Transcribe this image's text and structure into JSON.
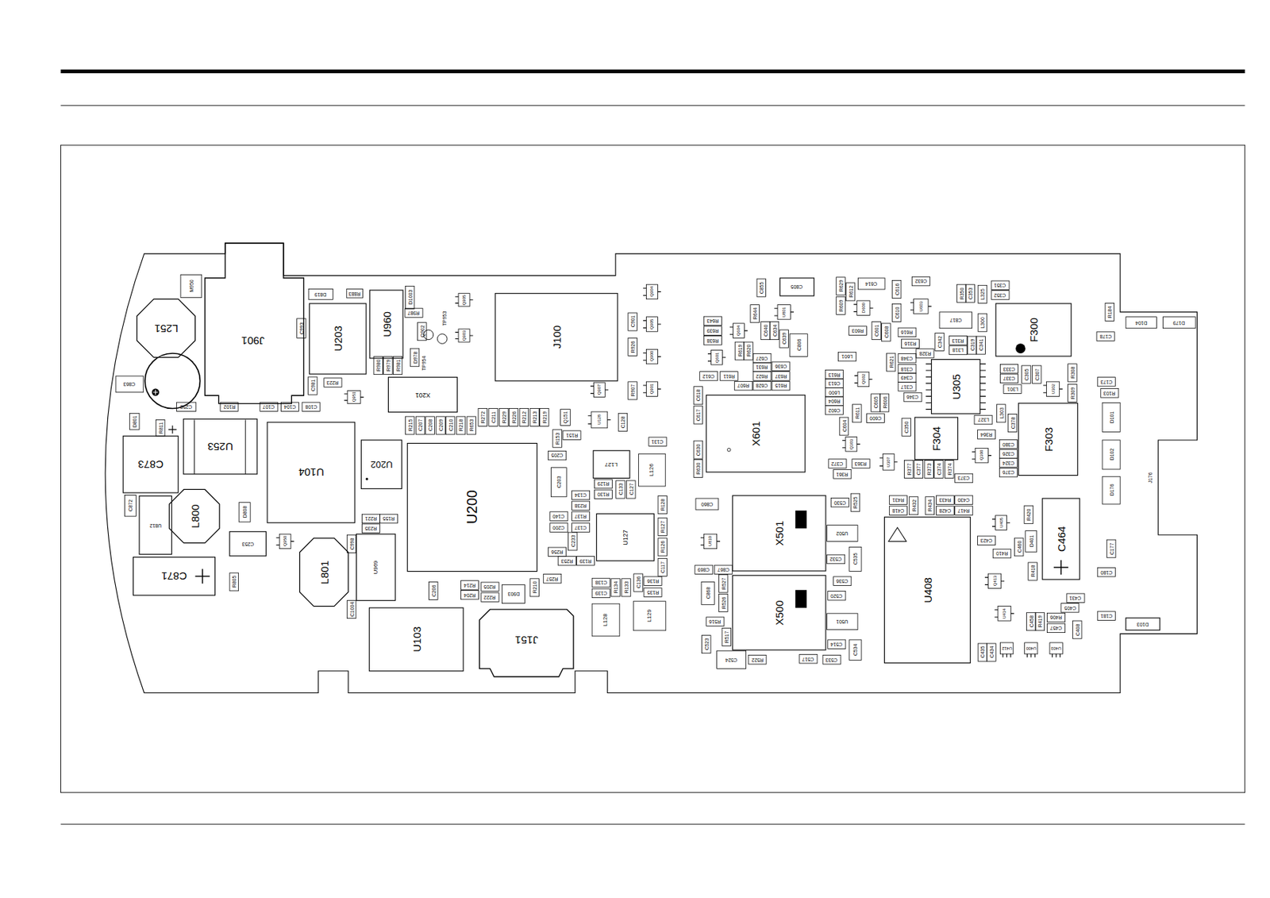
{
  "diagram": {
    "labels": [
      "M950",
      "L251",
      "C863",
      "J901",
      "D819",
      "R883",
      "C993",
      "U203",
      "U960",
      "D1003",
      "R987",
      "Q902",
      "C981",
      "R223",
      "Q951",
      "R980",
      "R979",
      "R981",
      "D978",
      "TP954",
      "TP953",
      "Q905",
      "Q903",
      "X201",
      "J100",
      "C258",
      "R102",
      "C107",
      "C104",
      "C108",
      "D801",
      "R811",
      "U253",
      "C873",
      "U104",
      "U202",
      "L800",
      "D808",
      "C872",
      "U812",
      "C253",
      "Q950",
      "C871",
      "R805",
      "L801",
      "C998",
      "U969",
      "C1004",
      "R221",
      "R155",
      "R235",
      "U200",
      "R215",
      "C207",
      "C208",
      "C209",
      "C210",
      "R218",
      "R653",
      "R272",
      "C211",
      "R229",
      "R226",
      "R212",
      "R213",
      "R219",
      "Q151",
      "R151",
      "U128",
      "C128",
      "R153",
      "C205",
      "C203",
      "C134",
      "R238",
      "C140",
      "R137",
      "C200",
      "C137",
      "L127",
      "L126",
      "C131",
      "R129",
      "R130",
      "C133",
      "C127",
      "U127",
      "R128",
      "R127",
      "R126",
      "C233",
      "R256",
      "R253",
      "R139",
      "R257",
      "R210",
      "C138",
      "C139",
      "R134",
      "R133",
      "C136",
      "R136",
      "R135",
      "C117",
      "D903",
      "R214",
      "R204",
      "R205",
      "R222",
      "C206",
      "L128",
      "L129",
      "U103",
      "J151",
      "Q904",
      "Q905",
      "Q900",
      "Q901",
      "C901",
      "R926",
      "R907",
      "Q907",
      "C855",
      "C805",
      "U801",
      "R644",
      "Q604",
      "C640",
      "C634",
      "C639",
      "C806",
      "R643",
      "R639",
      "R638",
      "Q601",
      "C612",
      "R619",
      "R620",
      "C627",
      "R631",
      "R622",
      "C628",
      "C636",
      "R637",
      "R615",
      "R611",
      "R607",
      "X601",
      "C618",
      "C617",
      "C630",
      "R630",
      "C860",
      "U810",
      "C869",
      "C867",
      "C868",
      "R527",
      "R526",
      "R516",
      "R517",
      "C523",
      "C524",
      "R522",
      "X501",
      "X500",
      "C530",
      "R525",
      "U502",
      "C532",
      "C535",
      "C536",
      "C520",
      "U501",
      "C514",
      "C534",
      "C533",
      "C517",
      "U408",
      "R431",
      "C418",
      "R432",
      "R434",
      "R433",
      "C428",
      "C430",
      "R417",
      "R629",
      "R609",
      "R612",
      "D600",
      "C614",
      "C616",
      "C610",
      "C632",
      "U603",
      "R616",
      "C817",
      "R350",
      "C353",
      "L325",
      "C351",
      "C352",
      "R603",
      "C601",
      "C608",
      "L601",
      "R613",
      "C613",
      "L600",
      "R604",
      "C602",
      "C604",
      "Q602",
      "C605",
      "R606",
      "R621",
      "C600",
      "R611",
      "C348",
      "C318",
      "C349",
      "C317",
      "C346",
      "U305",
      "R316",
      "R328",
      "C342",
      "R313",
      "L318",
      "C319",
      "C341",
      "L300",
      "F300",
      "C333",
      "C337",
      "L301",
      "C305",
      "C307",
      "U302",
      "R308",
      "R309",
      "F304",
      "F303",
      "L303",
      "L327",
      "R364",
      "C378",
      "C380",
      "C326",
      "C324",
      "C376",
      "Q300",
      "C350",
      "Q303",
      "C372",
      "R363",
      "R361",
      "U307",
      "R377",
      "C377",
      "R373",
      "C374",
      "R374",
      "C373",
      "C423",
      "U405",
      "R420",
      "C460",
      "D401",
      "R410",
      "R418",
      "C464",
      "Q413",
      "U414",
      "C458",
      "R419",
      "C457",
      "R406",
      "C405",
      "C408",
      "C431",
      "C435",
      "C434",
      "U412",
      "U400",
      "U403",
      "R184",
      "C178",
      "C173",
      "R103",
      "D101",
      "D102",
      "D176",
      "C177",
      "C180",
      "C181",
      "D104",
      "D179",
      "D103",
      "J176"
    ]
  }
}
